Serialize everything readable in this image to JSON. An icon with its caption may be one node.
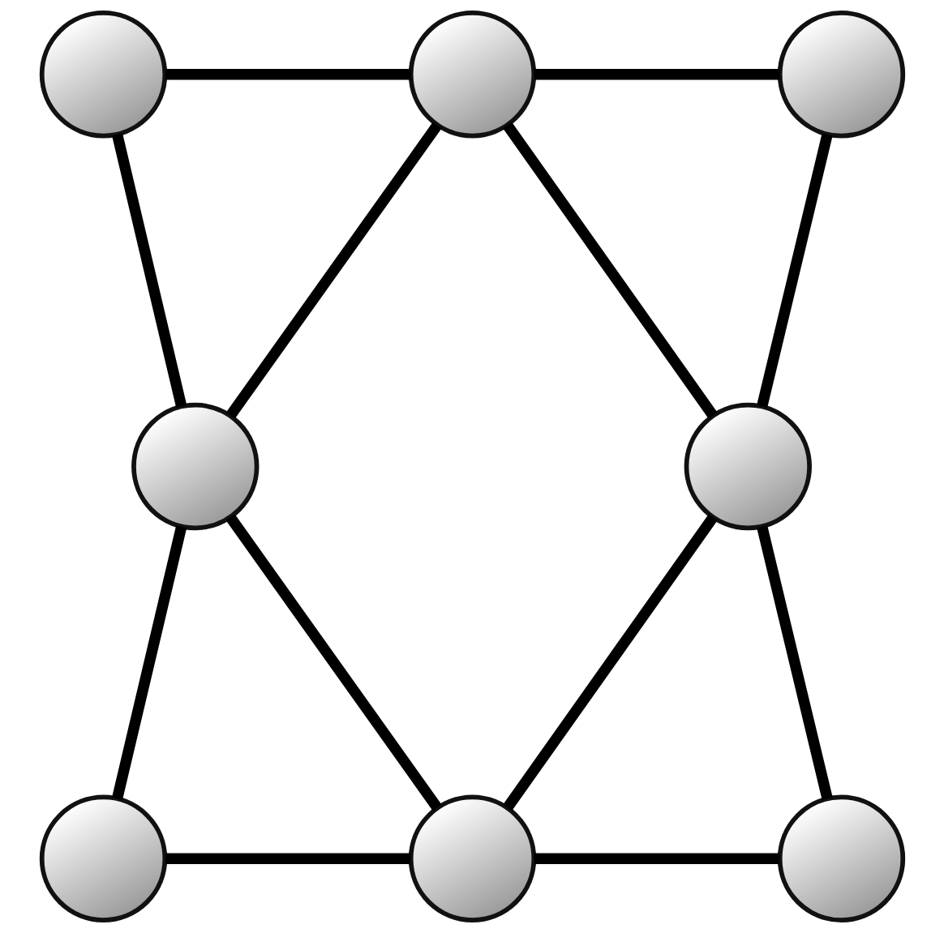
{
  "diagram": {
    "nodes": [
      {
        "text": [],
        "shape": "circle"
      },
      {
        "text": [],
        "shape": "circle"
      },
      {
        "text": [],
        "shape": "circle"
      },
      {
        "text": [],
        "shape": "circle"
      },
      {
        "text": [],
        "shape": "circle"
      },
      {
        "text": [],
        "shape": "circle"
      },
      {
        "text": [],
        "shape": "circle"
      },
      {
        "text": [],
        "shape": "circle"
      }
    ],
    "edges": [
      {
        "from": 0,
        "to": 1,
        "arrow": "none"
      },
      {
        "from": 1,
        "to": 2,
        "arrow": "none"
      },
      {
        "from": 0,
        "to": 3,
        "arrow": "none"
      },
      {
        "from": 1,
        "to": 3,
        "arrow": "none"
      },
      {
        "from": 1,
        "to": 4,
        "arrow": "none"
      },
      {
        "from": 2,
        "to": 4,
        "arrow": "none"
      },
      {
        "from": 3,
        "to": 5,
        "arrow": "none"
      },
      {
        "from": 3,
        "to": 6,
        "arrow": "none"
      },
      {
        "from": 4,
        "to": 6,
        "arrow": "none"
      },
      {
        "from": 4,
        "to": 7,
        "arrow": "none"
      },
      {
        "from": 5,
        "to": 6,
        "arrow": "none"
      },
      {
        "from": 6,
        "to": 7,
        "arrow": "none"
      }
    ]
  }
}
